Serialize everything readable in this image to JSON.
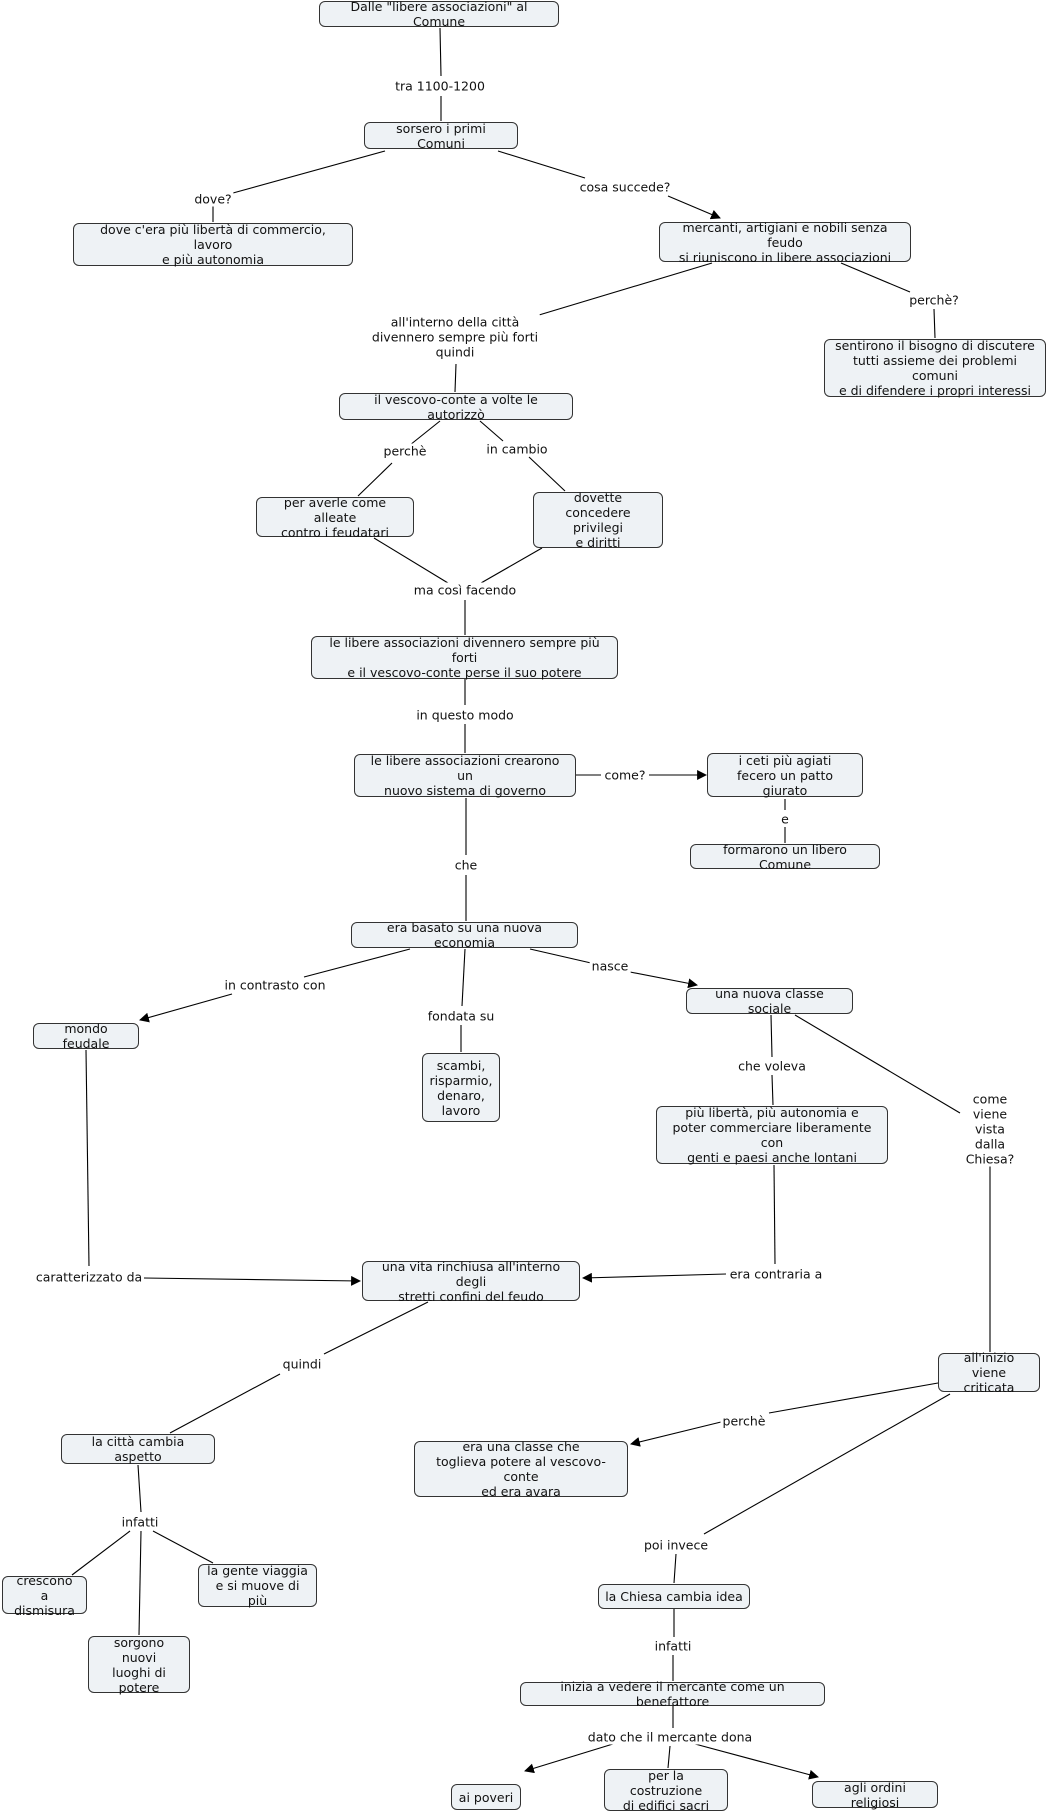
{
  "concepts": {
    "title": "Dalle \"libere associazioni\" al Comune",
    "primi_comuni": "sorsero i primi Comuni",
    "dove_liberta": "dove c'era più libertà di commercio, lavoro\ne più autonomia",
    "mercanti": "mercanti, artigiani e nobili senza feudo\nsi riuniscono in libere associazioni",
    "sentirono": "sentirono il bisogno di discutere\ntutti assieme dei problemi comuni\ne di difendere i propri interessi",
    "vescovo": "il vescovo-conte a volte le autorizzò",
    "alleate": "per averle come alleate\ncontro i feudatari",
    "privilegi": "dovette\nconcedere privilegi\ne diritti",
    "forti": "le libere associazioni divennero sempre più forti\ne il vescovo-conte perse il suo potere",
    "sistema": "le libere associazioni crearono un\nnuovo sistema di governo",
    "agiati": "i ceti più agiati\nfecero un patto giurato",
    "libero_comune": "formarono un libero Comune",
    "economia": "era basato su una nuova economia",
    "mondo_feudale": "mondo feudale",
    "scambi": "scambi,\nrisparmio,\ndenaro,\nlavoro",
    "classe": "una nuova classe sociale",
    "liberta": "più libertà, più autonomia e\npoter commerciare liberamente con\ngenti e paesi anche lontani",
    "vita": "una vita rinchiusa all'interno degli\nstretti confini del feudo",
    "criticata": "all'inizio viene\ncriticata",
    "citta": "la città cambia aspetto",
    "toglieva": "era una classe che\ntoglieva potere al vescovo-conte\ned era avara",
    "crescono": "crescono\na dismisura",
    "gente": "la gente viaggia\ne si muove di più",
    "luoghi": "sorgono nuovi\nluoghi di\npotere",
    "chiesa_idea": "la Chiesa cambia idea",
    "benefattore": "inizia a vedere il mercante come un benefattore",
    "poveri": "ai poveri",
    "edifici": "per la costruzione\ndi edifici sacri",
    "ordini": "agli ordini religiosi"
  },
  "links": {
    "tra": "tra 1100-1200",
    "dove": "dove?",
    "cosa": "cosa succede?",
    "interno": "all'interno della città\ndivennero sempre più forti\nquindi",
    "perche1": "perchè?",
    "perche2": "perchè",
    "incambio": "in cambio",
    "macosi": "ma così facendo",
    "inquesto": "in questo modo",
    "come": "come?",
    "e": "e",
    "che": "che",
    "contrasto": "in contrasto con",
    "fondata": "fondata su",
    "nasce": "nasce",
    "voleva": "che voleva",
    "vista": "come viene vista\ndalla Chiesa?",
    "caratterizzato": "caratterizzato da",
    "contraria": "era contraria a",
    "quindi": "quindi",
    "perche3": "perchè",
    "infatti1": "infatti",
    "poiinvece": "poi invece",
    "infatti2": "infatti",
    "dona": "dato che il mercante dona"
  }
}
